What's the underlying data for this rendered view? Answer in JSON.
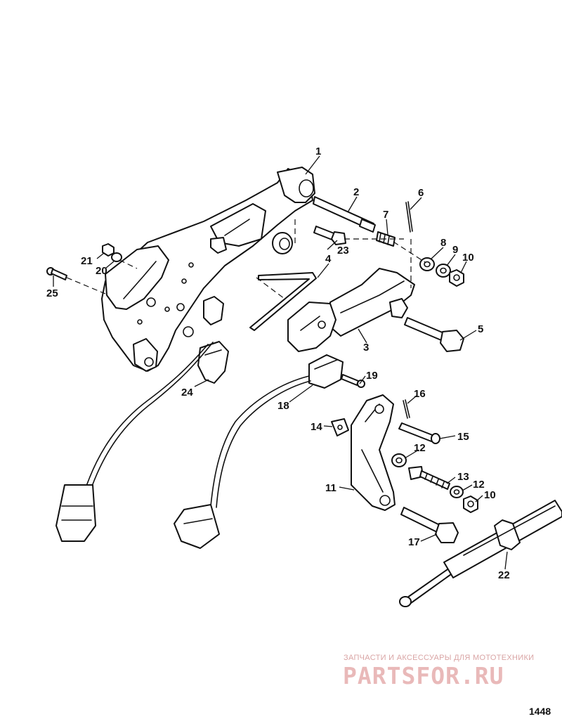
{
  "labels": {
    "p1": "1",
    "p2": "2",
    "p3": "3",
    "p4": "4",
    "p5": "5",
    "p6": "6",
    "p7": "7",
    "p8": "8",
    "p9": "9",
    "p10a": "10",
    "p10b": "10",
    "p11": "11",
    "p12a": "12",
    "p12b": "12",
    "p13": "13",
    "p14": "14",
    "p15": "15",
    "p16": "16",
    "p17": "17",
    "p18": "18",
    "p19": "19",
    "p20": "20",
    "p21": "21",
    "p22": "22",
    "p23": "23",
    "p24": "24",
    "p25": "25"
  },
  "watermark": {
    "tagline": "ЗАПЧАСТИ И АКСЕССУАРЫ ДЛЯ МОТОТЕХНИКИ",
    "logo": "PARTSFOR.RU"
  },
  "figure_number": "1448"
}
